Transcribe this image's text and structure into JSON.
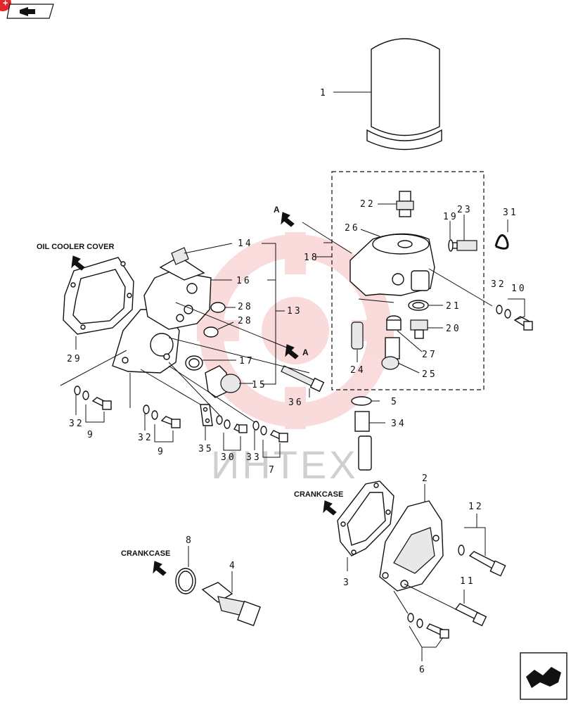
{
  "watermark": {
    "text": "ИНТЕХ",
    "color": "#f19a9a"
  },
  "captions": {
    "oil_cooler_cover": "OIL COOLER COVER",
    "crankcase_top": "CRANKCASE",
    "crankcase_bottom": "CRANKCASE",
    "view_a_upper": "A",
    "view_a_lower": "A"
  },
  "callouts": [
    "1",
    "2",
    "3",
    "4",
    "5",
    "6",
    "7",
    "8",
    "9",
    "9",
    "10",
    "11",
    "12",
    "13",
    "14",
    "15",
    "16",
    "17",
    "18",
    "19",
    "20",
    "21",
    "22",
    "23",
    "24",
    "25",
    "26",
    "27",
    "28",
    "28",
    "29",
    "30",
    "31",
    "32",
    "32",
    "32",
    "33",
    "34",
    "35",
    "36"
  ],
  "icons": {
    "back": "back-arrow-icon",
    "next": "next-page-icon",
    "corner_badge": "plus-badge-icon"
  },
  "colors": {
    "accent": "#e3262b",
    "line": "#111111"
  }
}
